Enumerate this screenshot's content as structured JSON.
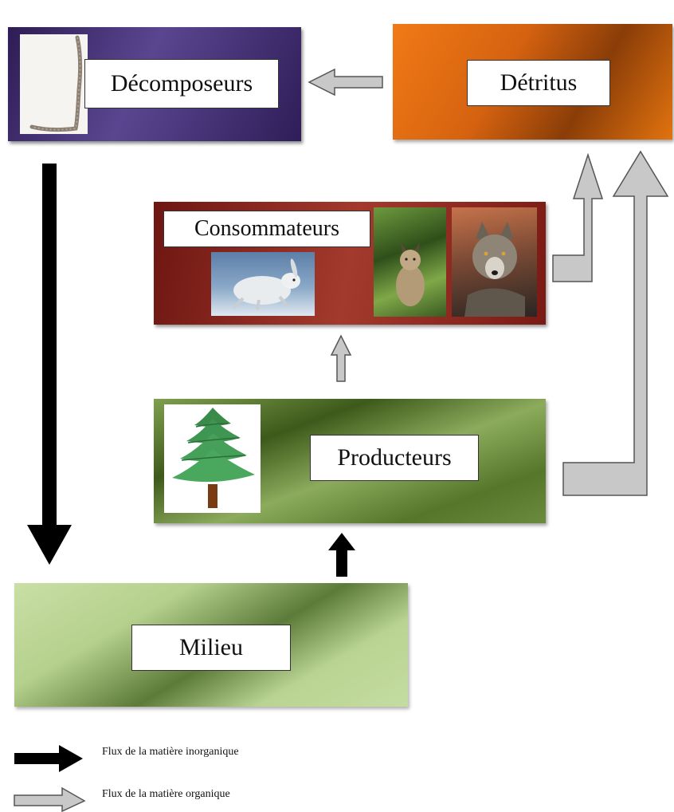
{
  "nodes": {
    "decomposeurs": "Décomposeurs",
    "detritus": "Détritus",
    "consommateurs": "Consommateurs",
    "producteurs": "Producteurs",
    "milieu": "Milieu"
  },
  "legend": {
    "inorganic": "Flux de la matière inorganique",
    "organic": "Flux de la matière organique"
  },
  "colors": {
    "inorganic_arrow": "#000000",
    "organic_arrow": "#c0c0c0",
    "decomposeurs": "#4a3878",
    "detritus": "#e0700f",
    "consommateurs": "#8c2a22",
    "producteurs": "#5f7d33",
    "milieu": "#b9d492"
  },
  "icons": [
    "worm-photo",
    "hare-photo",
    "lynx-photo",
    "wolf-photo",
    "fir-tree-icon"
  ]
}
